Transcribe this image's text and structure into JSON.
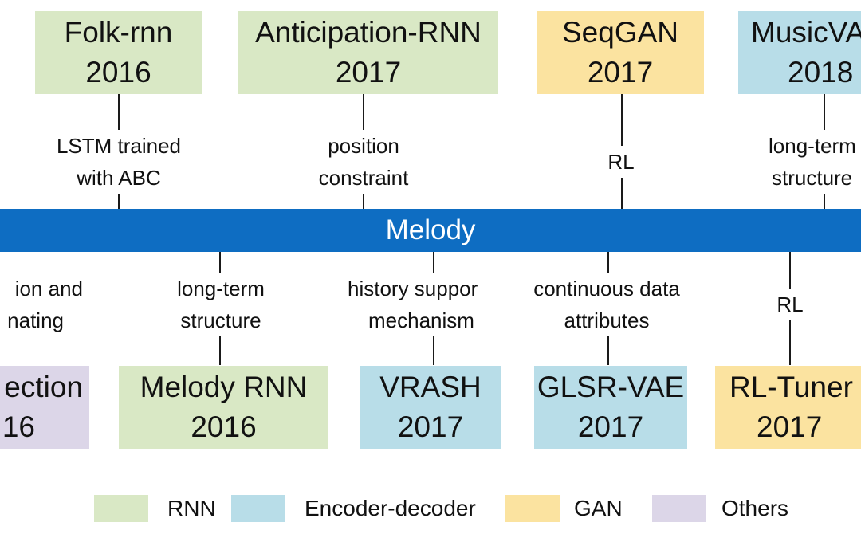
{
  "bar_label": "Melody",
  "top_models": [
    {
      "name": "Folk-rnn",
      "year": "2016",
      "annotation_lines": [
        "LSTM trained",
        "with ABC"
      ]
    },
    {
      "name": "Anticipation-RNN",
      "year": "2017",
      "annotation_lines": [
        "position",
        "constraint"
      ]
    },
    {
      "name": "SeqGAN",
      "year": "2017",
      "annotation_lines": [
        "RL"
      ]
    },
    {
      "name": "MusicVA",
      "year": "2018",
      "annotation_lines": [
        "long-term",
        "structure"
      ]
    }
  ],
  "bottom_models": [
    {
      "name": "ection",
      "year": "16",
      "annotation_lines": [
        "ion and",
        "nating"
      ]
    },
    {
      "name": "Melody RNN",
      "year": "2016",
      "annotation_lines": [
        "long-term",
        "structure"
      ]
    },
    {
      "name": "VRASH",
      "year": "2017",
      "annotation_lines": [
        "history suppor",
        "mechanism"
      ]
    },
    {
      "name": "GLSR-VAE",
      "year": "2017",
      "annotation_lines": [
        "continuous data",
        "attributes"
      ]
    },
    {
      "name": "RL-Tuner",
      "year": "2017",
      "annotation_lines": [
        "RL"
      ]
    }
  ],
  "legend": [
    {
      "label": "RNN",
      "color": "#d9e8c5"
    },
    {
      "label": "Encoder-decoder",
      "color": "#b8dde8"
    },
    {
      "label": "GAN",
      "color": "#fbe3a0"
    },
    {
      "label": "Others",
      "color": "#dcd6e8"
    }
  ]
}
